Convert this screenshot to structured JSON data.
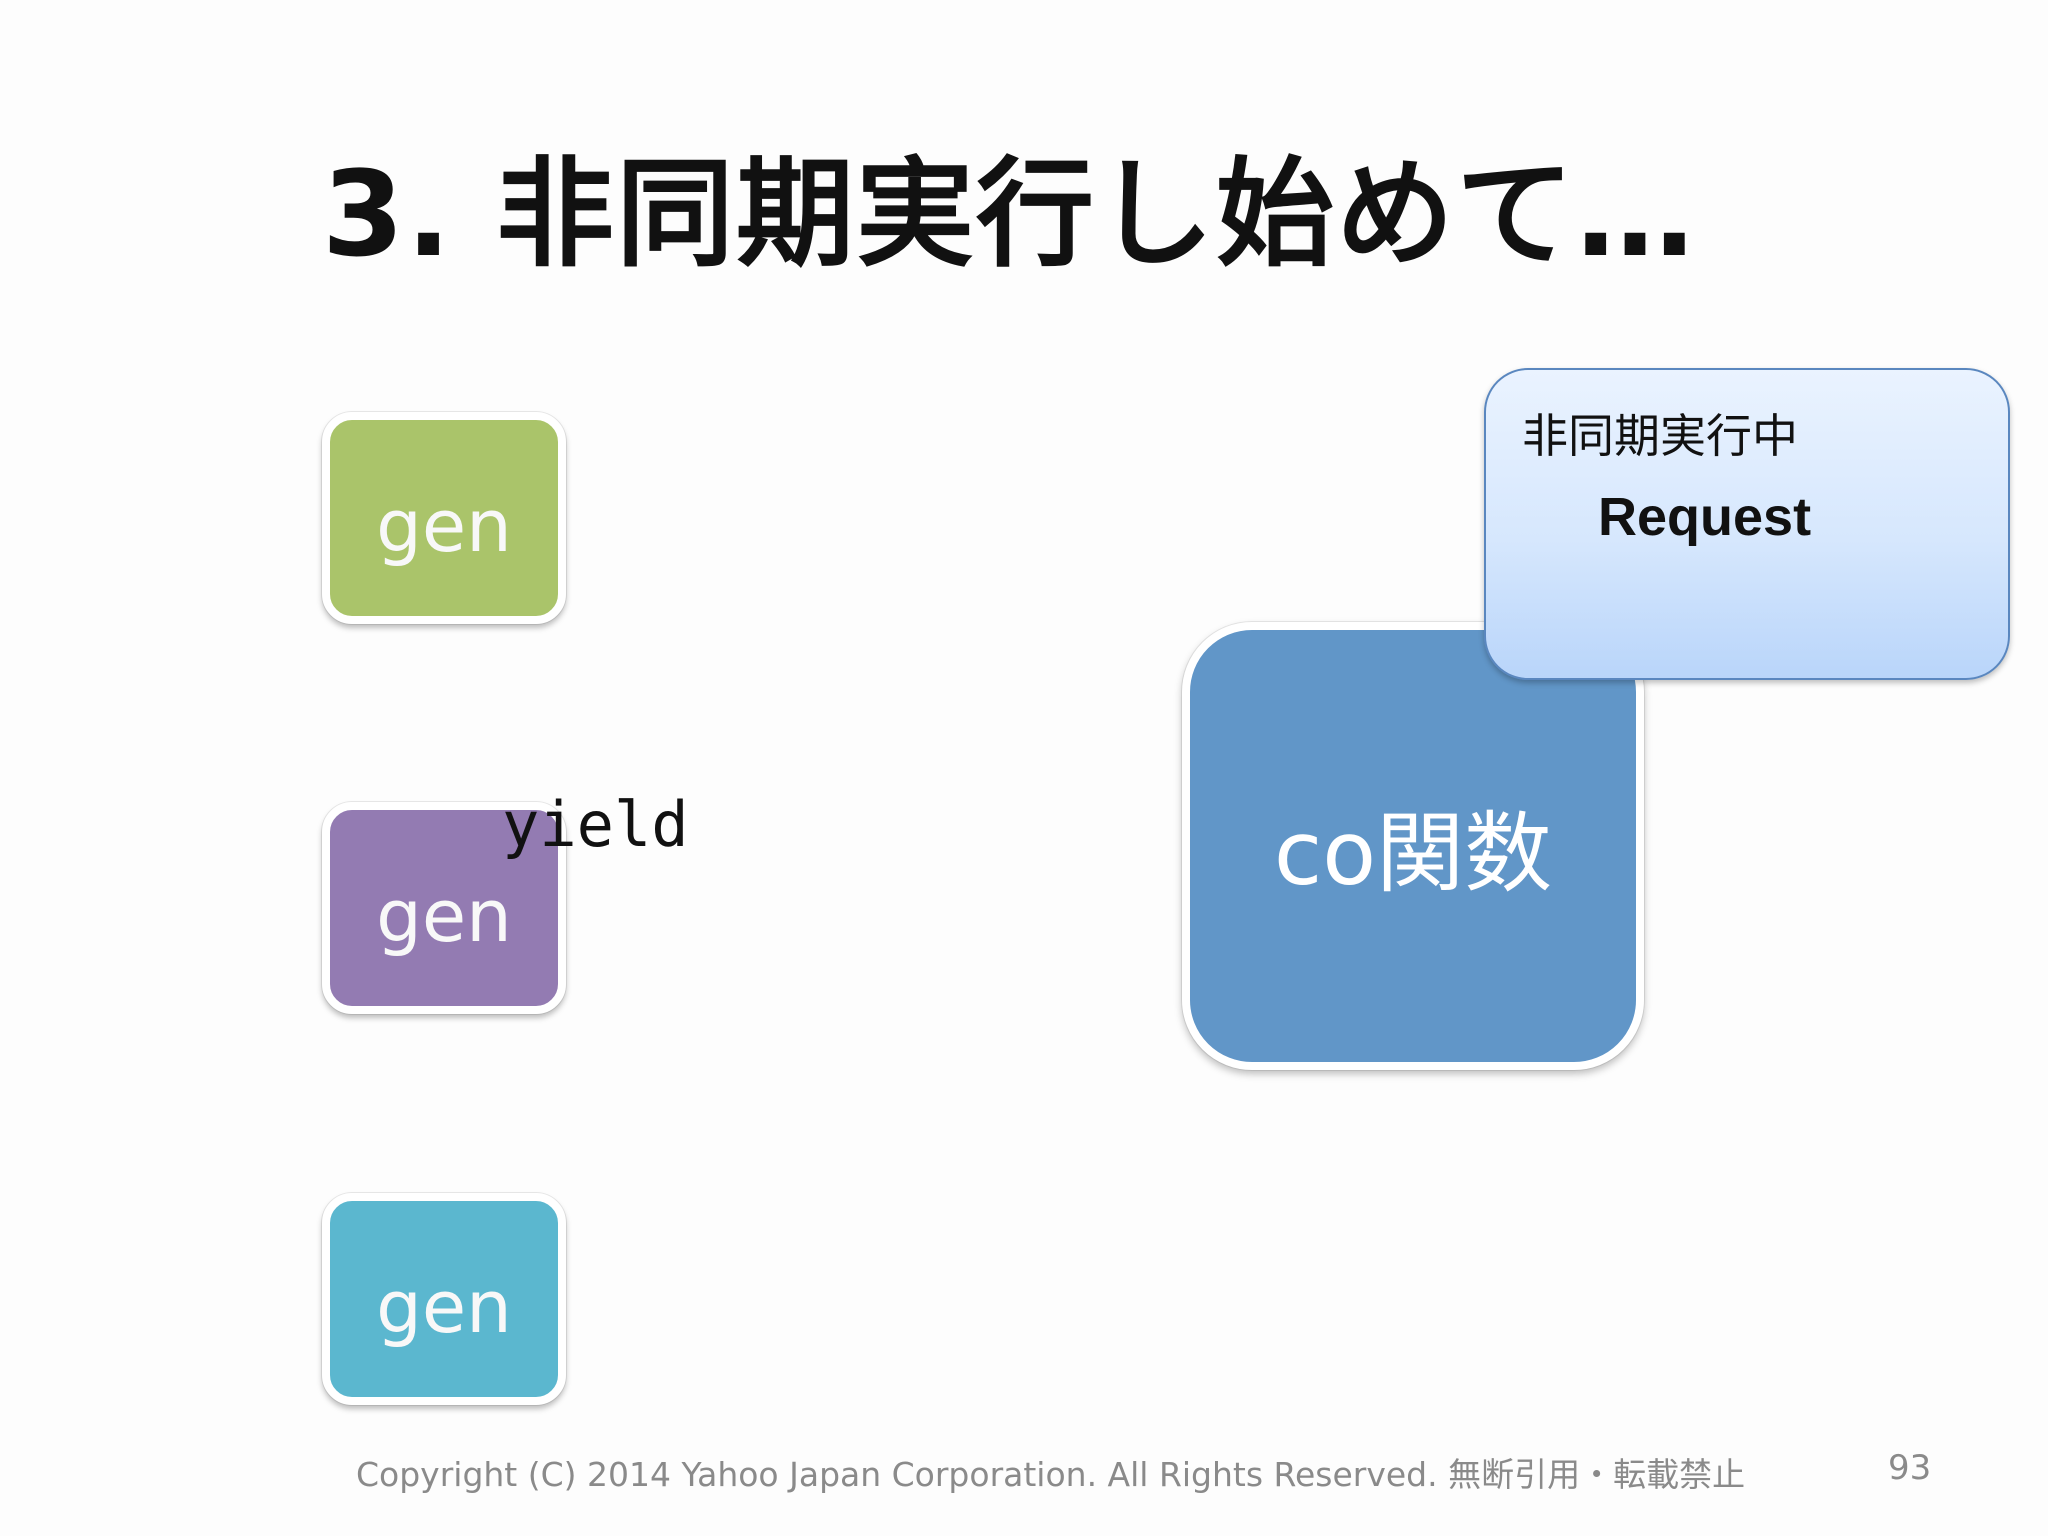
{
  "slide": {
    "title": "3. 非同期実行し始めて…",
    "gens": [
      {
        "label": "gen",
        "color": "#aac46a"
      },
      {
        "label": "gen",
        "color": "#937bb2"
      },
      {
        "label": "gen",
        "color": "#5bb7cf"
      }
    ],
    "yield_label": "yield",
    "co_label": "co関数",
    "async_box": {
      "label": "非同期実行中",
      "request": "Request"
    },
    "copyright": "Copyright (C) 2014 Yahoo Japan Corporation. All Rights Reserved. 無断引用・転載禁止",
    "page_number": "93"
  }
}
